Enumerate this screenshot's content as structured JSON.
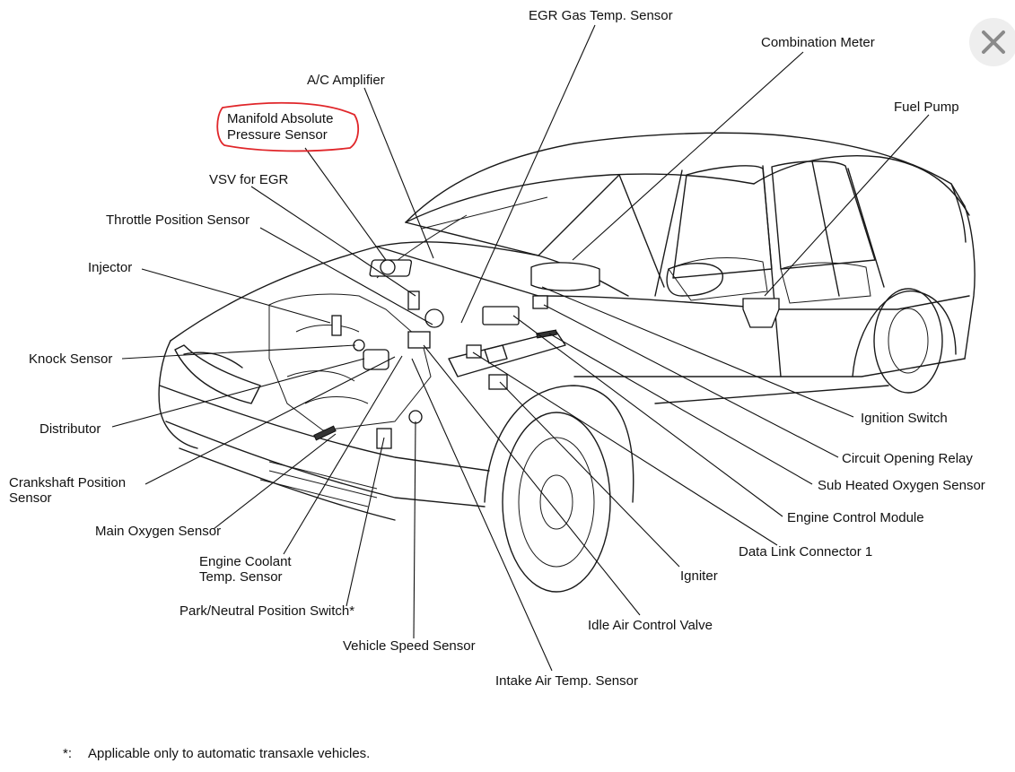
{
  "labels": {
    "egr_gas_temp_sensor": "EGR Gas Temp. Sensor",
    "combination_meter": "Combination Meter",
    "ac_amplifier": "A/C Amplifier",
    "map_sensor_line1": "Manifold Absolute",
    "map_sensor_line2": "Pressure Sensor",
    "fuel_pump": "Fuel Pump",
    "vsv_for_egr": "VSV for EGR",
    "throttle_position_sensor": "Throttle Position Sensor",
    "injector": "Injector",
    "knock_sensor": "Knock Sensor",
    "distributor": "Distributor",
    "crankshaft_position_sensor_line1": "Crankshaft Position",
    "crankshaft_position_sensor_line2": "Sensor",
    "main_oxygen_sensor": "Main Oxygen Sensor",
    "engine_coolant_temp_sensor_line1": "Engine Coolant",
    "engine_coolant_temp_sensor_line2": "Temp. Sensor",
    "park_neutral_position_switch": "Park/Neutral Position Switch*",
    "vehicle_speed_sensor": "Vehicle Speed Sensor",
    "intake_air_temp_sensor": "Intake Air Temp. Sensor",
    "idle_air_control_valve": "Idle Air Control Valve",
    "igniter": "Igniter",
    "data_link_connector_1": "Data Link Connector 1",
    "engine_control_module": "Engine Control Module",
    "sub_heated_oxygen_sensor": "Sub Heated Oxygen Sensor",
    "circuit_opening_relay": "Circuit Opening Relay",
    "ignition_switch": "Ignition Switch"
  },
  "footnote": {
    "mark": "*:",
    "text": "Applicable only to automatic transaxle vehicles."
  },
  "colors": {
    "highlight": "#e0262a",
    "close_button_bg": "#eeeeee",
    "close_icon": "#8a8a8a"
  },
  "icons": {
    "close": "close-icon"
  }
}
